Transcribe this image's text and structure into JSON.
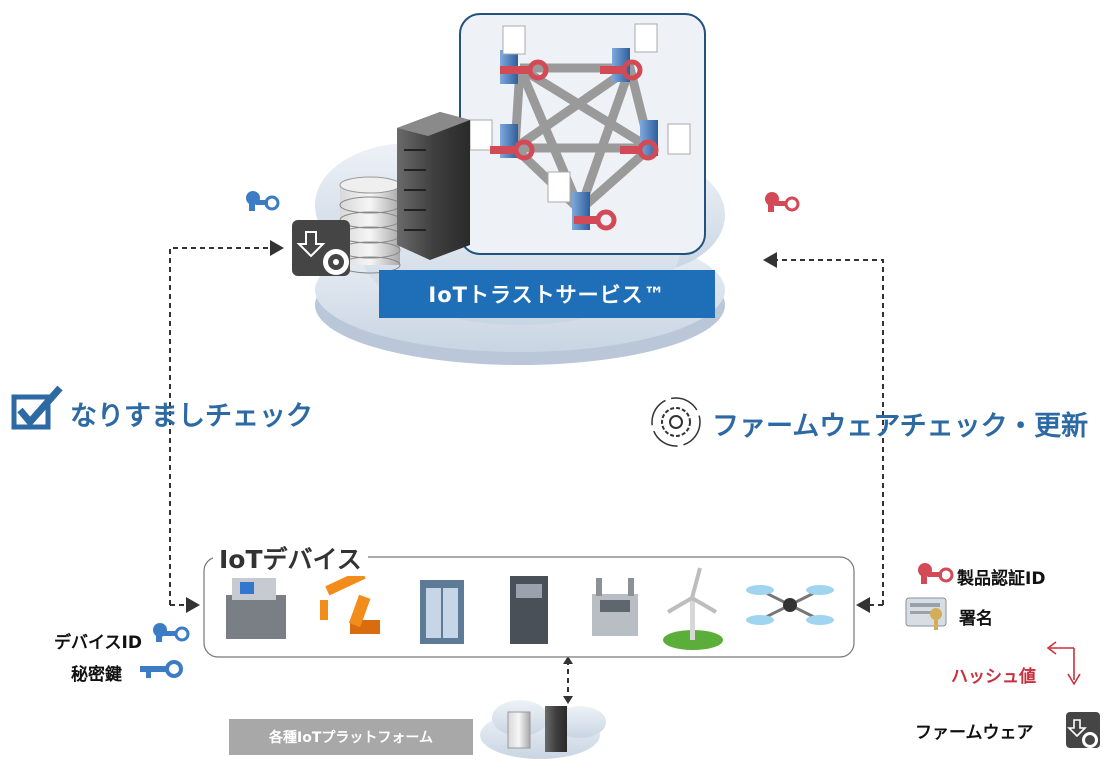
{
  "service": {
    "banner": "IoTトラストサービス™"
  },
  "labels": {
    "impersonation_check": "なりすましチェック",
    "firmware_check": "ファームウェアチェック・更新",
    "iot_devices": "IoTデバイス",
    "device_id": "デバイスID",
    "private_key": "秘密鍵",
    "product_auth_id": "製品認証ID",
    "signature": "署名",
    "hash_value": "ハッシュ値",
    "firmware": "ファームウェア",
    "platforms": "各種IoTプラットフォーム"
  },
  "colors": {
    "accent_blue": "#1f6fb8",
    "label_blue": "#2d6aa3",
    "key_red": "#d34a57",
    "key_blue": "#3b7cc4",
    "hash_red": "#c8303c"
  },
  "icons": {
    "check": "checkbox-check-icon",
    "gear": "gear-cycle-icon",
    "download": "firmware-download-icon"
  }
}
